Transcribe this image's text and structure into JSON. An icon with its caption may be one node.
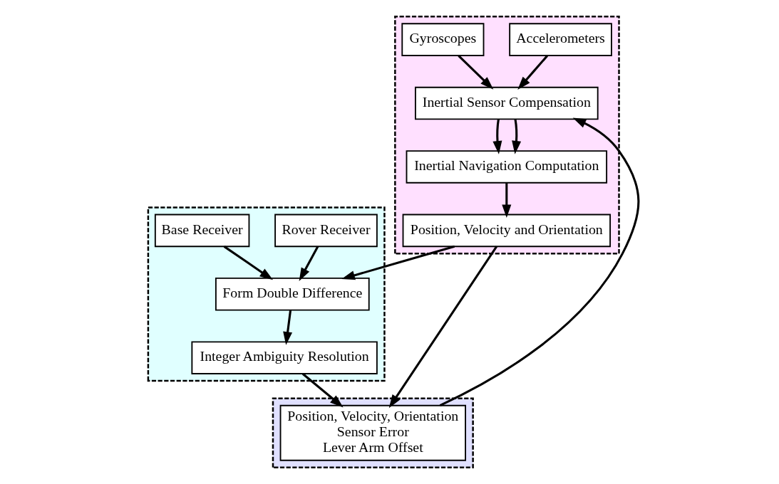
{
  "diagram": {
    "nodes": [
      {
        "text": [],
        "shape": "box"
      },
      {
        "text": [
          "Accelerometers"
        ],
        "in": 0
      },
      {
        "text": [
          "Gyroscopes"
        ],
        "in": 0
      },
      {
        "text": [
          "Inertial Sensor Compensation"
        ],
        "in": 0
      },
      {
        "text": [
          "Inertial Navigation Computation"
        ],
        "in": 0
      },
      {
        "text": [
          "Position, Velocity and Orientation"
        ],
        "in": 0
      },
      {
        "text": [],
        "shape": "box"
      },
      {
        "text": [
          "Rover Receiver"
        ],
        "in": 6
      },
      {
        "text": [
          "Base Receiver"
        ],
        "in": 6
      },
      {
        "text": [
          "Form Double Difference"
        ],
        "in": 6
      },
      {
        "text": [
          "Integer Ambiguity Resolution"
        ],
        "in": 6
      },
      {
        "text": [],
        "shape": "box"
      },
      {
        "text": [
          "Position, Velocity, Orientation",
          "Sensor Error",
          "Lever Arm Offset"
        ],
        "in": 11
      }
    ],
    "edges": [
      {
        "from": 1,
        "to": 3,
        "arrow": "to"
      },
      {
        "from": 2,
        "to": 3,
        "arrow": "to"
      },
      {
        "from": 7,
        "to": 9,
        "arrow": "to"
      },
      {
        "from": 8,
        "to": 9,
        "arrow": "to"
      },
      {
        "from": 3,
        "to": 4,
        "arrow": "to"
      },
      {
        "from": 3,
        "to": 4,
        "arrow": "to"
      },
      {
        "from": 4,
        "to": 5,
        "arrow": "to"
      },
      {
        "from": 5,
        "to": 9,
        "arrow": "to"
      },
      {
        "from": 9,
        "to": 10,
        "arrow": "to"
      },
      {
        "from": 5,
        "to": 12,
        "arrow": "to"
      },
      {
        "from": 10,
        "to": 12,
        "arrow": "to"
      },
      {
        "from": 12,
        "to": 3,
        "arrow": "to"
      }
    ]
  }
}
